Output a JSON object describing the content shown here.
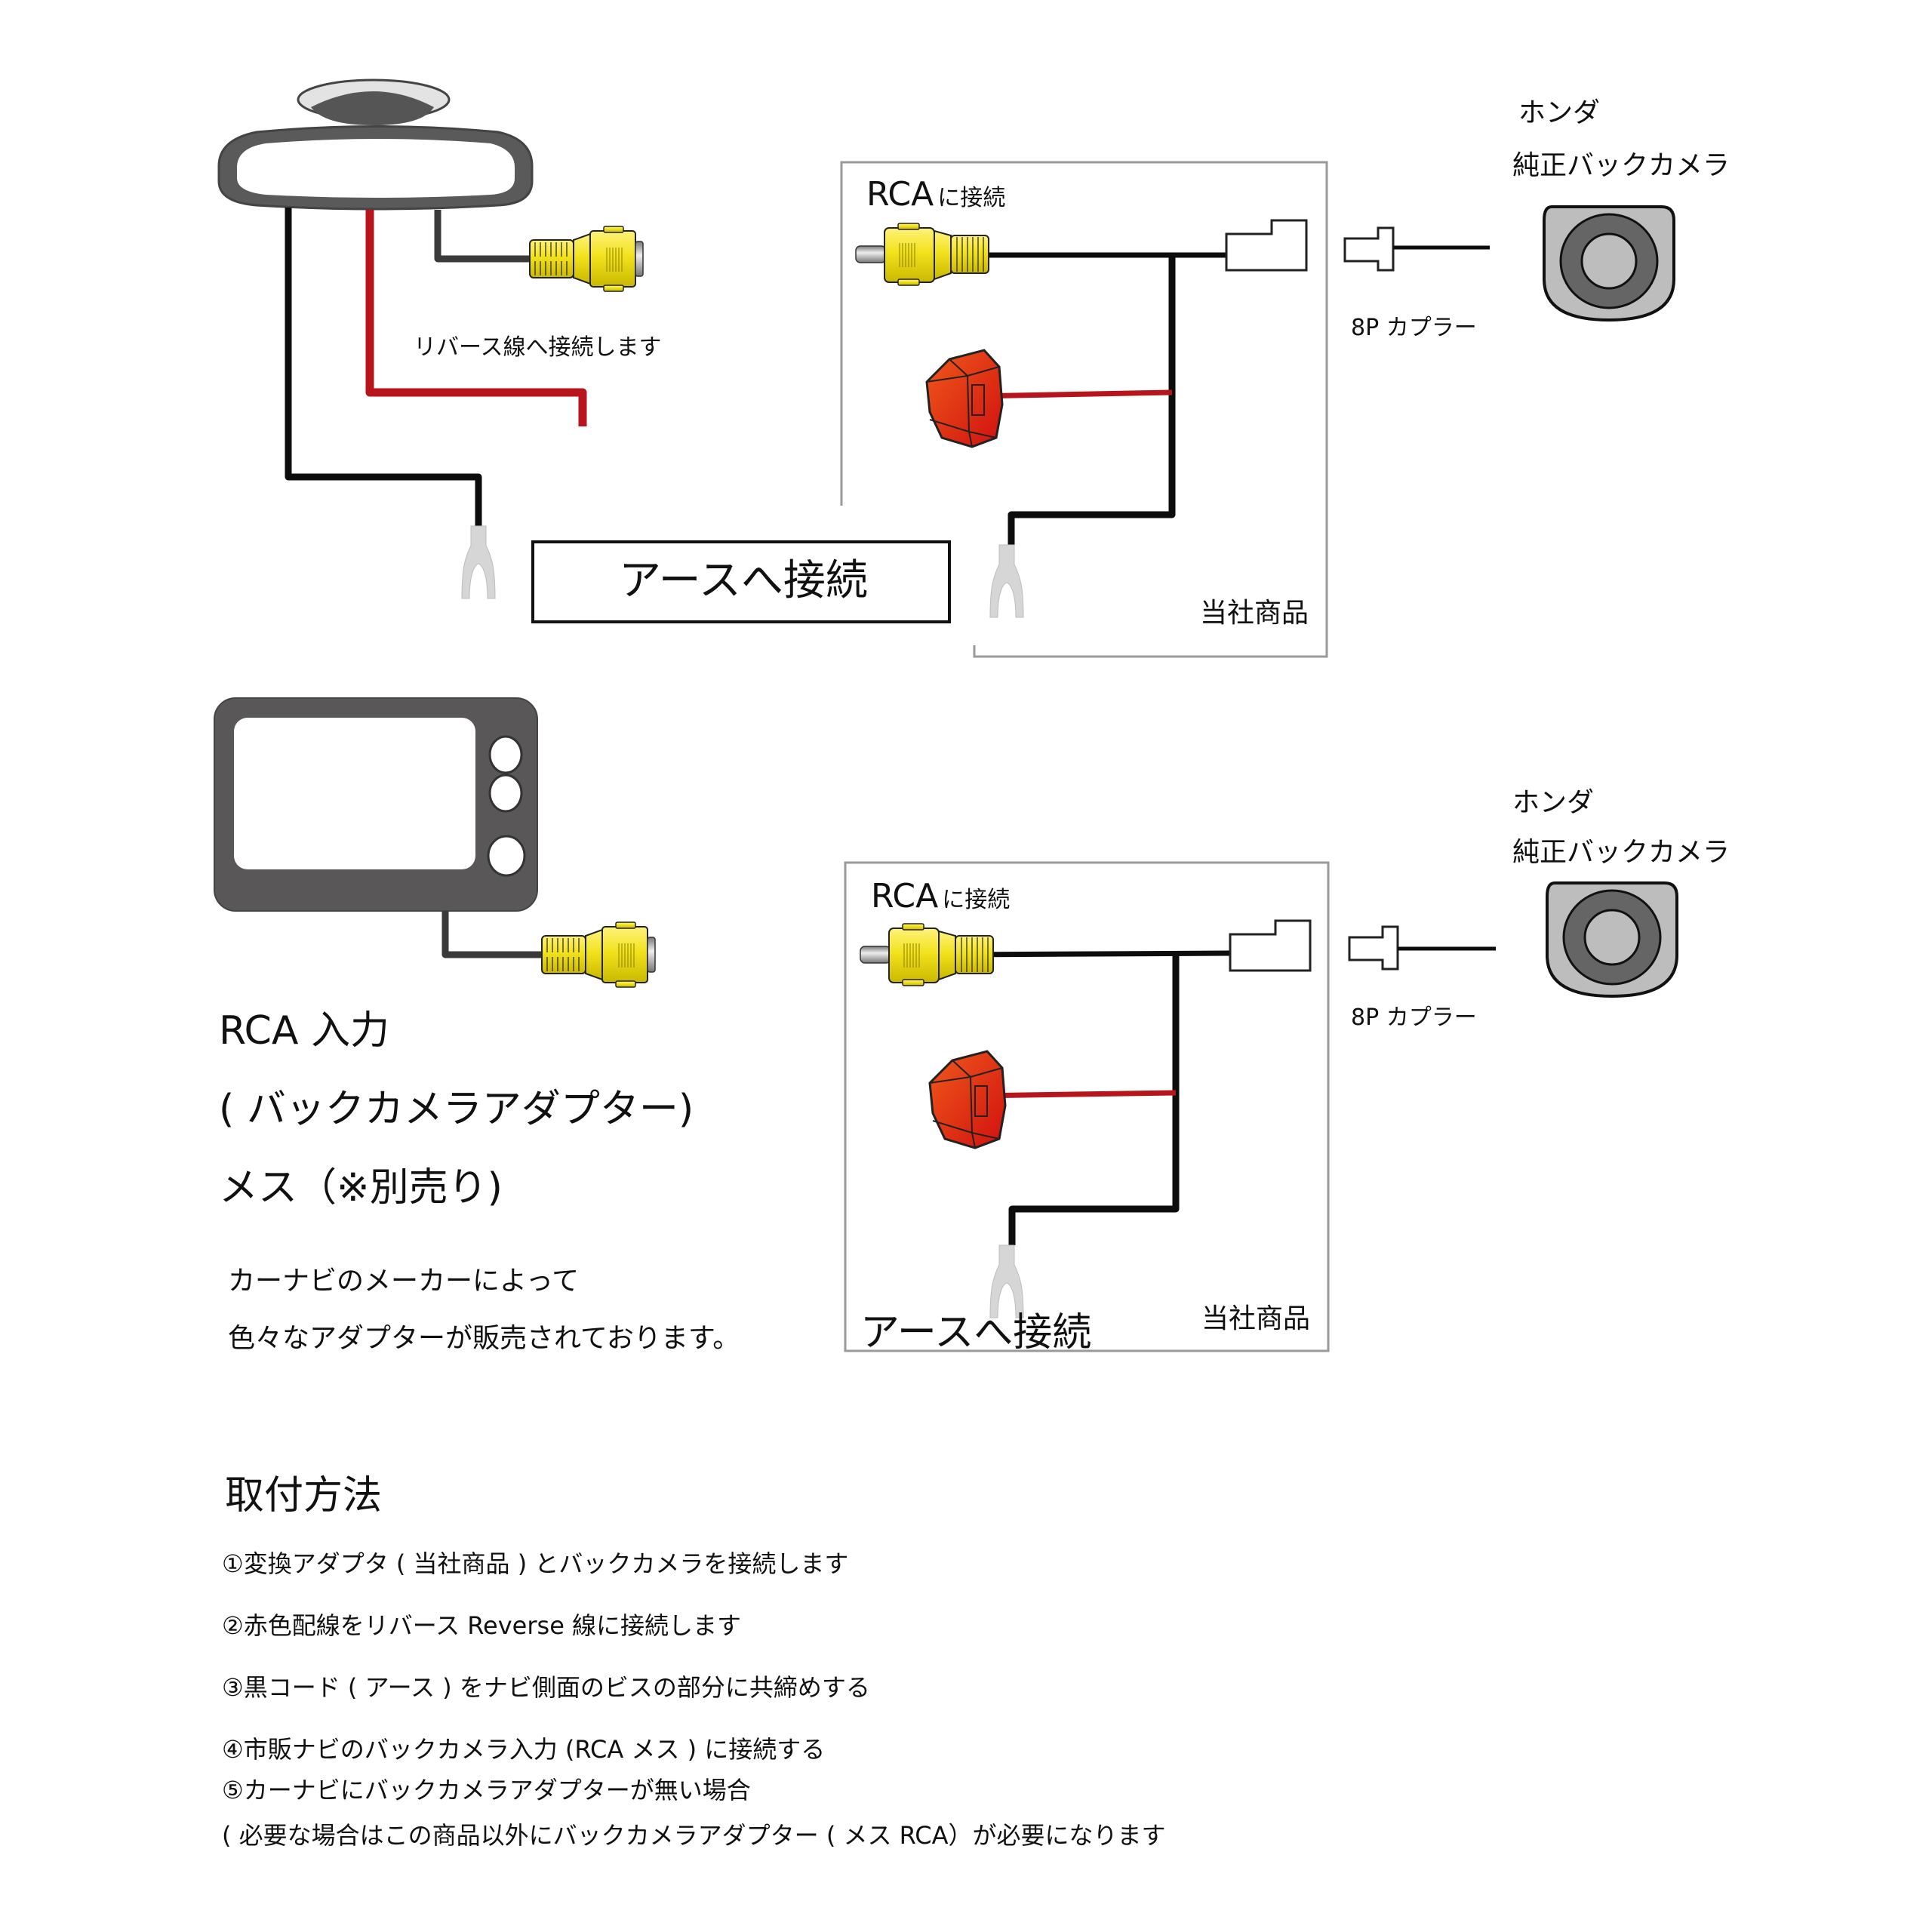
{
  "colors": {
    "wire_black": "#0d0d0d",
    "wire_red": "#b8141c",
    "rca_yellow": "#f2e21c",
    "rca_yellow_dark": "#c9b800",
    "device_gray": "#595757",
    "camera_light": "#bdbdbd",
    "camera_dark": "#666565",
    "fork_gray": "#d6d6d6",
    "box_border": "#9a9a9a",
    "fuse_red": "#e02010"
  },
  "top": {
    "mirror_label": "リバース線へ接続します",
    "earth_callout": "アースへ接続",
    "product_box": {
      "rca_label_prefix": "RCA",
      "rca_label_suffix": "に接続",
      "product_label": "当社商品"
    },
    "coupler_label": "8P カプラー",
    "camera_brand": "ホンダ",
    "camera_title": "純正バックカメラ"
  },
  "bottom": {
    "monitor_caption": {
      "line1": "RCA 入力",
      "line2": "( バックカメラアダプター)",
      "line3": "メス（※別売り)"
    },
    "monitor_note": {
      "line1": "カーナビのメーカーによって",
      "line2": "色々なアダプターが販売されております。"
    },
    "product_box": {
      "rca_label_prefix": "RCA",
      "rca_label_suffix": "に接続",
      "earth_label": "アースへ接続",
      "product_label": "当社商品"
    },
    "coupler_label": "8P カプラー",
    "camera_brand": "ホンダ",
    "camera_title": "純正バックカメラ"
  },
  "instructions": {
    "heading": "取付方法",
    "steps": [
      "①変換アダプタ ( 当社商品 ) とバックカメラを接続します",
      "②赤色配線をリバース Reverse 線に接続します",
      "③黒コード ( アース ) をナビ側面のビスの部分に共締めする",
      "④市販ナビのバックカメラ入力 (RCA メス ) に接続する",
      "⑤カーナビにバックカメラアダプターが無い場合",
      "( 必要な場合はこの商品以外にバックカメラアダプター ( メス RCA）が必要になります"
    ]
  }
}
